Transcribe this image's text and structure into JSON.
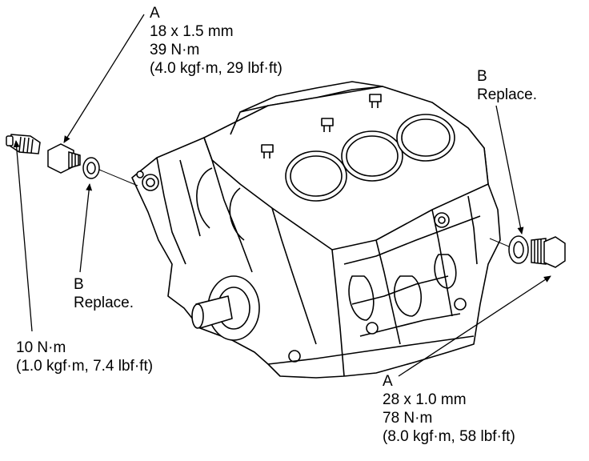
{
  "callouts": {
    "top_a": {
      "letter": "A",
      "thread": "18 x 1.5 mm",
      "torque": "39 N·m",
      "torque_alt": "(4.0 kgf·m, 29 lbf·ft)"
    },
    "top_b": {
      "letter": "B",
      "note": "Replace."
    },
    "left_b": {
      "letter": "B",
      "note": "Replace."
    },
    "left_torque": {
      "torque": "10 N·m",
      "torque_alt": "(1.0 kgf·m, 7.4 lbf·ft)"
    },
    "bottom_a": {
      "letter": "A",
      "thread": "28 x 1.0 mm",
      "torque": "78 N·m",
      "torque_alt": "(8.0 kgf·m, 58 lbf·ft)"
    }
  },
  "colors": {
    "ink": "#000000",
    "paper": "#ffffff"
  }
}
